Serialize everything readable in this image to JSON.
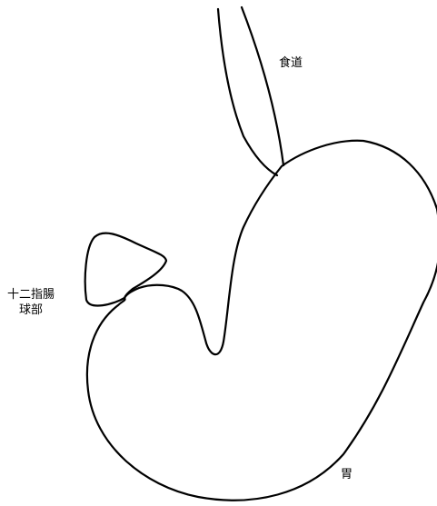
{
  "labels": {
    "esophagus": "食道",
    "stomach": "胃",
    "duodenal_bulb_line1": "十二指腸",
    "duodenal_bulb_line2": "球部"
  },
  "colors": {
    "outline": "#000000",
    "background": "#ffffff"
  }
}
